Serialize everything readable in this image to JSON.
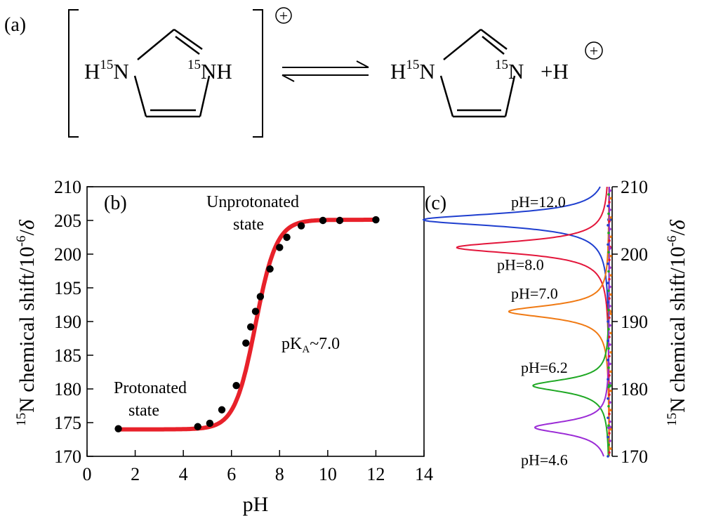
{
  "panel_a": {
    "label": "(a)",
    "left": {
      "h_prefix": "H",
      "iso1": "15",
      "n1": "N",
      "iso2": "15",
      "n2_label": "NH",
      "charge": "+"
    },
    "right": {
      "h_prefix": "H",
      "iso1": "15",
      "n1": "N",
      "iso2": "15",
      "n2_label": "N",
      "plus_h": "+H",
      "charge": "+"
    }
  },
  "chart_data": [
    {
      "type": "scatter",
      "panel_label": "(b)",
      "xlabel": "pH",
      "ylabel": {
        "iso": "15",
        "main": "N chemical shift/10",
        "exp": "-6",
        "tail": "/",
        "delta": "δ"
      },
      "xlim": [
        0,
        14
      ],
      "ylim": [
        170,
        210
      ],
      "x_ticks": [
        0,
        2,
        4,
        6,
        8,
        10,
        12,
        14
      ],
      "y_ticks": [
        170,
        175,
        180,
        185,
        190,
        195,
        200,
        205,
        210
      ],
      "series": [
        {
          "color": "#000000",
          "points": [
            [
              1.3,
              174.1
            ],
            [
              4.6,
              174.4
            ],
            [
              5.1,
              174.9
            ],
            [
              5.6,
              176.9
            ],
            [
              6.2,
              180.5
            ],
            [
              6.6,
              186.8
            ],
            [
              6.8,
              189.2
            ],
            [
              7.0,
              191.5
            ],
            [
              7.2,
              193.7
            ],
            [
              7.6,
              197.8
            ],
            [
              8.0,
              201.0
            ],
            [
              8.3,
              202.5
            ],
            [
              8.9,
              204.2
            ],
            [
              9.8,
              205.0
            ],
            [
              10.5,
              205.0
            ],
            [
              12.0,
              205.1
            ]
          ]
        }
      ],
      "fit": {
        "color": "#e8212a",
        "pKa": 7.0,
        "low": 174.0,
        "high": 205.1
      },
      "annotations": {
        "unprotonated_1": "Unprotonated",
        "unprotonated_2": "state",
        "protonated_1": "Protonated",
        "protonated_2": "state",
        "pka_prefix": "pK",
        "pka_sub": "A",
        "pka_suffix": "~7.0"
      }
    },
    {
      "type": "line",
      "panel_label": "(c)",
      "ylabel": {
        "iso": "15",
        "main": "N chemical shift/10",
        "exp": "-6",
        "tail": "/",
        "delta": "δ"
      },
      "ylim": [
        170,
        210
      ],
      "y_ticks": [
        170,
        180,
        190,
        200,
        210
      ],
      "series": [
        {
          "name": "pH=12.0",
          "shift": 205.1,
          "amplitude": 1.0,
          "color": "#1f3fcf"
        },
        {
          "name": "pH=8.0",
          "shift": 201.0,
          "amplitude": 0.82,
          "color": "#e3163b"
        },
        {
          "name": "pH=7.0",
          "shift": 191.5,
          "amplitude": 0.54,
          "color": "#f07a14"
        },
        {
          "name": "pH=6.2",
          "shift": 180.5,
          "amplitude": 0.41,
          "color": "#1fa824"
        },
        {
          "name": "pH=4.6",
          "shift": 174.3,
          "amplitude": 0.4,
          "color": "#9b2bd6"
        }
      ]
    }
  ]
}
